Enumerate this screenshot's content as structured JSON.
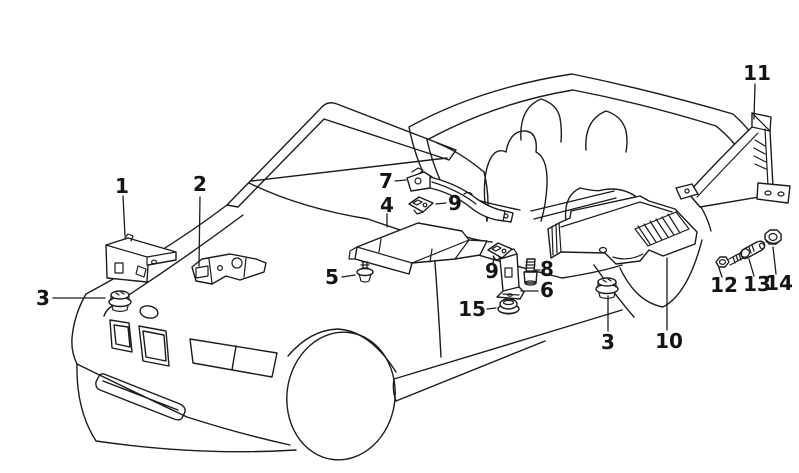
{
  "page": {
    "background_color": "#ffffff",
    "line_color": "#1c1c1c",
    "label_color": "#141414"
  },
  "diagram": {
    "kind": "exploded-parts-line-drawing",
    "subject": "convertible-car-front-three-quarter-view",
    "callouts": [
      {
        "text": "1",
        "target": "insulation-panel-front-left"
      },
      {
        "text": "2",
        "target": "insulation-bracket-plate"
      },
      {
        "text": "3",
        "target": "grommet-front"
      },
      {
        "text": "4",
        "target": "insulation-panel-center"
      },
      {
        "text": "5",
        "target": "push-clip"
      },
      {
        "text": "6",
        "target": "mounting-bracket"
      },
      {
        "text": "7",
        "target": "support-rail"
      },
      {
        "text": "8",
        "target": "bolt"
      },
      {
        "text": "9",
        "target": "retaining-clip-rail"
      },
      {
        "text": "9",
        "target": "retaining-clip-bracket"
      },
      {
        "text": "10",
        "target": "insulation-panel-rear-floor"
      },
      {
        "text": "11",
        "target": "insulation-support-rear-side"
      },
      {
        "text": "12",
        "target": "hex-screw"
      },
      {
        "text": "13",
        "target": "sleeve-bolt"
      },
      {
        "text": "14",
        "target": "flange-nut"
      },
      {
        "text": "15",
        "target": "plug-grommet"
      },
      {
        "text": "3",
        "target": "grommet-side"
      }
    ]
  }
}
